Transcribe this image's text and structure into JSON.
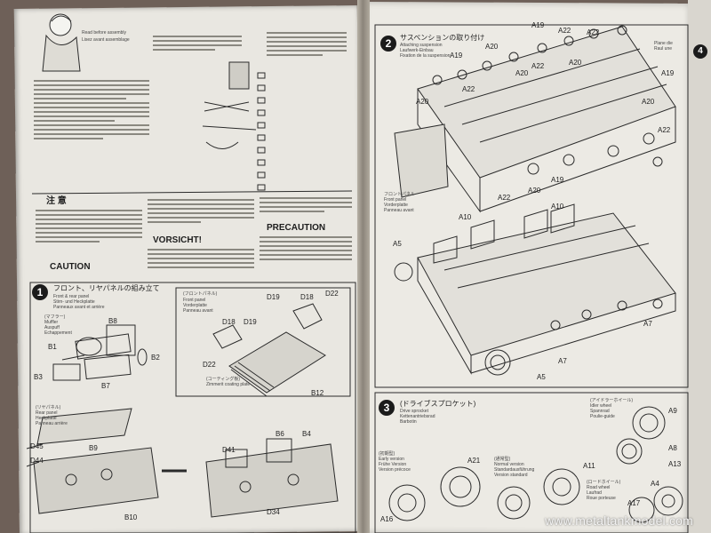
{
  "photo": {
    "subject": "Tamiya model kit assembly instruction booklet, open spread",
    "watermark": "www.metaltankmodel.com"
  },
  "left_page": {
    "top_notes": [
      "Read before assembly",
      "Lisez avant assemblage"
    ],
    "warnings": {
      "attention_jp": "注 意",
      "caution": "CAUTION",
      "vorsicht": "VORSICHT!",
      "precaution": "PRECAUTION"
    },
    "step1": {
      "number": "1",
      "title_jp": "フロント、リヤパネルの組み立て",
      "title_en": "Front & rear panel",
      "title_de": "Stirn- und Heckplatte",
      "title_fr": "Panneaux avant et arrière",
      "muffler": [
        "(マフラー)",
        "Muffler",
        "Auspuff",
        "Echappement"
      ],
      "front_panel": [
        "(フロントパネル)",
        "Front panel",
        "Vorderplatte",
        "Panneau avant"
      ],
      "rear_panel": [
        "(リヤパネル)",
        "Rear panel",
        "Heckplatte",
        "Panneau arrière"
      ],
      "zimmerit": [
        "(コーティング板)",
        "Zimmerit coating plate"
      ],
      "parts": [
        "B8",
        "B1",
        "B2",
        "B3",
        "B7",
        "D19",
        "D18",
        "D22",
        "D22",
        "D19",
        "D18",
        "B12",
        "D45",
        "D44",
        "B9",
        "B10",
        "D41",
        "B6",
        "B4",
        "D34"
      ]
    }
  },
  "right_page": {
    "step2": {
      "number": "2",
      "title_jp": "サスペンションの取り付け",
      "title_en": "Attaching suspension",
      "title_de": "Laufwerk-Einbau",
      "title_fr": "Fixation de la suspension",
      "side_note": [
        "Plane die",
        "Raul une"
      ],
      "front_panel_label": [
        "フロントパネル",
        "Front panel",
        "Vorderplatte",
        "Panneau avant"
      ],
      "parts": [
        "A19",
        "A20",
        "A22",
        "A20",
        "A22",
        "A22",
        "A20",
        "A19",
        "A20",
        "A22",
        "A19",
        "A20",
        "A22",
        "A19",
        "A20",
        "A22",
        "A10",
        "A10",
        "A5",
        "A7",
        "A5",
        "A7"
      ]
    },
    "step3": {
      "number": "3",
      "title_jp": "(ドライブスプロケット)",
      "title_en": "Drive sprocket",
      "title_de": "Kettenantriebsrad",
      "title_fr": "Barbotin",
      "early": [
        "(初期型)",
        "Early version",
        "Frühe Version",
        "Version précoce"
      ],
      "normal": [
        "(通常型)",
        "Normal version",
        "Standardausführung",
        "Version standard"
      ],
      "idler": [
        "(アイドラーホイール)",
        "Idler wheel",
        "Spannrad",
        "Poulie-guide"
      ],
      "road_wheel": [
        "(ロードホイール)",
        "Road wheel",
        "Laufrad",
        "Roue porteuse"
      ],
      "parts": [
        "A21",
        "A11",
        "A16",
        "A17",
        "A4",
        "A9",
        "A13",
        "A8"
      ]
    },
    "edge_step": "4"
  },
  "colors": {
    "page": "#e9e7e1",
    "ink": "#1e1e1e",
    "background": "#6e6058",
    "watermark": "#f2f2f2"
  }
}
